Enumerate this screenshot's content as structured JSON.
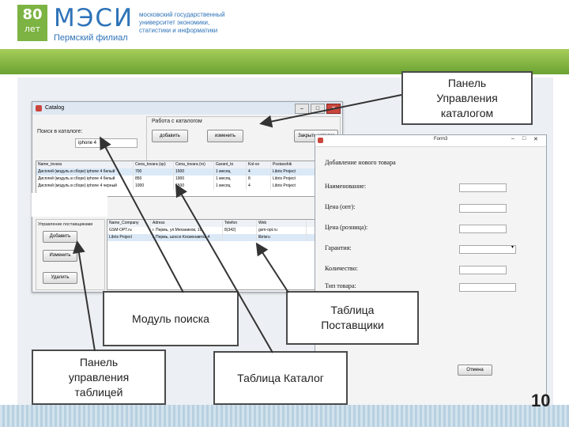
{
  "header": {
    "badge_number": "80",
    "badge_text": "лет",
    "logo": "МЭСИ",
    "branch": "Пермский филиал",
    "org_name": "московский государственный университет экономики, статистики и информатики"
  },
  "slide_number": "10",
  "catalog_window": {
    "title": "Catalog",
    "search_label": "Поиск в каталоге:",
    "search_value": "iphone 4",
    "catalog_panel_title": "Работа с каталогом",
    "add_label": "добавить",
    "change_label": "изменить",
    "close_label": "Закрыть каталог",
    "catalog_table": {
      "columns": [
        "Name_tovara",
        "Cena_tovara (sp)",
        "Cena_tovara (ro)",
        "Garant_to",
        "Kol-vo",
        "Postavshik"
      ],
      "rows": [
        [
          "Дисплей (модуль в сборе) iphone 4 белый",
          "700",
          "1500",
          "1 месяц",
          "4",
          "Libris Project"
        ],
        [
          "Дисплей (модуль в сборе) iphone 4 белый",
          "850",
          "1900",
          "1 месяц",
          "8",
          "Libris Project"
        ],
        [
          "Дисплей (модуль в сборе) iphone 4 черный",
          "1000",
          "1500",
          "1 месяц",
          "4",
          "Libris Project"
        ]
      ]
    },
    "suppliers_panel_title": "Управление поставщиками",
    "sup_add_label": "Добавить",
    "sup_change_label": "Изменить",
    "sup_delete_label": "Удалить",
    "suppliers_table": {
      "columns": [
        "Name_Company",
        "Adress",
        "Telefon",
        "Web"
      ],
      "rows": [
        [
          "GSM-OPT.ru",
          "г. Пермь, ул.Механиков, 19",
          "8(342)",
          "gsm-opt.ru"
        ],
        [
          "Libris Project",
          "г. Пермь, шоссе Космонавтов 4",
          "",
          "librisru"
        ]
      ]
    }
  },
  "form_window": {
    "title": "Form3",
    "heading": "Добавление нового товара",
    "labels": [
      "Наименование:",
      "Цена (опт):",
      "Цена (розница):",
      "Гарантия:",
      "Количество:",
      "Тип товара:"
    ],
    "ok_label": "Отмена"
  },
  "callouts": {
    "catalog_panel": "Панель Управления каталогом",
    "search_module": "Модуль поиска",
    "suppliers_table": "Таблица Поставщики",
    "table_panel": "Панель управления таблицей",
    "catalog_table": "Таблица Каталог"
  },
  "colors": {
    "brand_blue": "#2e73b8",
    "brand_green": "#7cb342",
    "close_red": "#c9463d"
  }
}
